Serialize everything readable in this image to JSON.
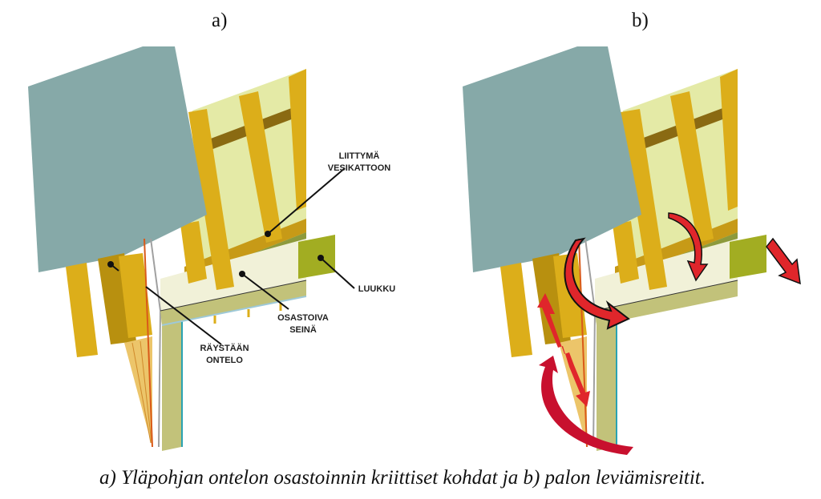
{
  "panels": {
    "a": {
      "title": "a)",
      "labels": {
        "roof_junction": [
          "LIITTYMÄ",
          "VESIKATTOON"
        ],
        "hatch": "LUUKKU",
        "partition_wall": [
          "OSASTOIVA",
          "SEINÄ"
        ],
        "eave_cavity": [
          "RÄYSTÄÄN",
          "ONTELO"
        ]
      }
    },
    "b": {
      "title": "b)",
      "arrows": [
        "fire-spread-arrow-1",
        "fire-spread-arrow-2",
        "fire-spread-arrow-3",
        "fire-spread-arrow-4",
        "fire-spread-arrow-5"
      ]
    }
  },
  "caption": "a) Yläpohjan ontelon osastoinnin kriittiset kohdat ja b) palon leviämisreitit.",
  "colors": {
    "roof_panel": "#86a9a8",
    "timber": "#dcae1a",
    "timber_dark": "#b8900f",
    "insulation": "#e4eaa6",
    "cavity_fill": "#f1f1d8",
    "hatch": "#a2ad22",
    "wall": "#c2c27a",
    "arrow_red": "#e0262b",
    "orange_line": "#d95a1a",
    "teal_line": "#2aa3b3"
  }
}
